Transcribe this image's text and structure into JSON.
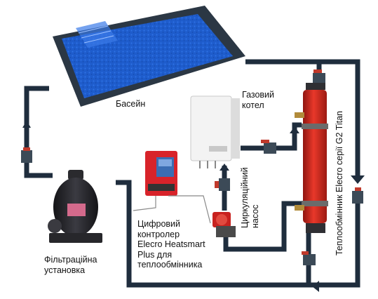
{
  "labels": {
    "pool": "Басейн",
    "gas_boiler": [
      "Газовий",
      "котел"
    ],
    "filter": [
      "Фільтраційна",
      "установка"
    ],
    "controller": [
      "Цифровий",
      "контролер",
      "Elecro Heatsmart",
      "Plus для",
      "теплообмінника"
    ],
    "pump": [
      "Циркуляційний",
      "насос"
    ],
    "heat_exchanger": "Теплообмінник Elecro серії G2 Titan"
  },
  "colors": {
    "pipe": "#1f2d3d",
    "pool_water": "#1f5fd0",
    "pool_edge": "#23303d",
    "exchanger": "#d92b1e",
    "controller": "#d8232a",
    "pump": "#c8221f",
    "filter_tank": "#2a2a2e",
    "boiler": "#f2f2f2",
    "valve_handle": "#c0392b"
  }
}
